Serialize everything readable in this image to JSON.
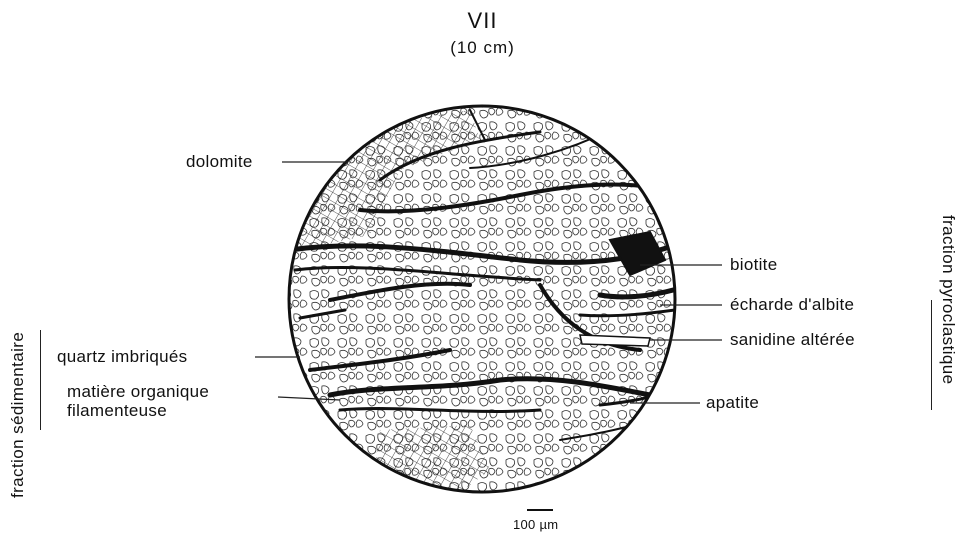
{
  "title": "VII",
  "subtitle": "(10 cm)",
  "labels": {
    "dolomite": "dolomite",
    "quartz": "quartz imbriqués",
    "organic_line1": "matière organique",
    "organic_line2": "filamenteuse",
    "biotite": "biotite",
    "albite": "écharde d'albite",
    "sanidine": "sanidine altérée",
    "apatite": "apatite"
  },
  "side_labels": {
    "left": "fraction sédimentaire",
    "right": "fraction pyroclastique"
  },
  "scale_bar": "100 µm"
}
